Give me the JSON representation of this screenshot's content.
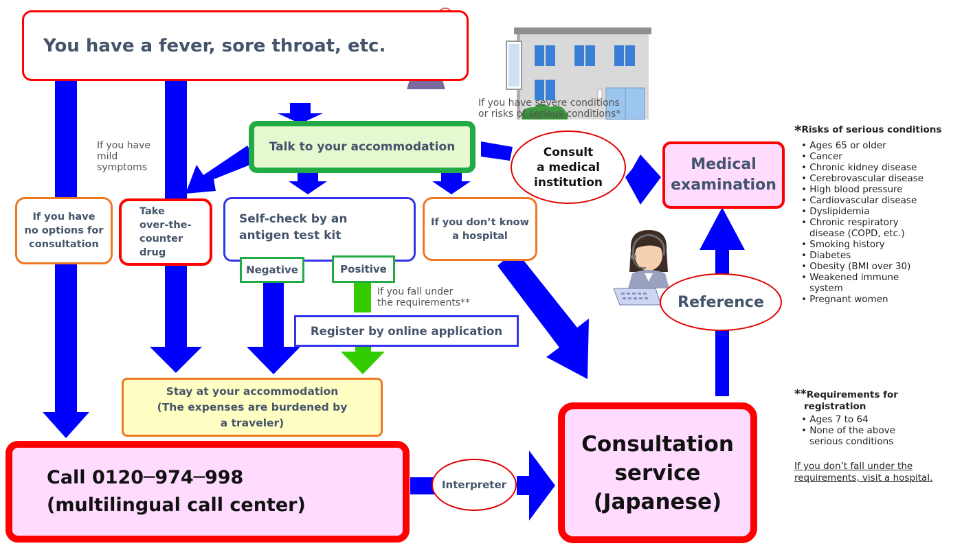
{
  "colors": {
    "arrow_blue": "#0000ff",
    "arrow_green": "#33cc00",
    "red": "#ff0000",
    "green": "#22aa44",
    "orange": "#ee7722",
    "purple_border": "#3333ee",
    "pink_fill": "#ffdcff",
    "yellow_fill": "#ffffc4",
    "text_slate": "#44546a"
  },
  "icons": [
    "worried-woman-icon",
    "clinic-building-icon",
    "operator-headset-icon",
    "antigen-test-kit-icon"
  ],
  "boxes": {
    "fever": "You have a fever, sore throat, etc.",
    "accommodation": "Talk to your accommodation",
    "consult_medical": "Consult\na medical\ninstitution",
    "medical_exam": "Medical\nexamination",
    "no_options": "If you have\nno options for\nconsultation",
    "otc": "Take\nover-the-\ncounter\ndrug",
    "selfcheck": "Self-check by an\nantigen test kit",
    "dont_know": "If you don’t know\na hospital",
    "negative": "Negative",
    "positive": "Positive",
    "register": "Register by online application",
    "stay": "Stay at your accommodation\n(The expenses are burdened by\na traveler)",
    "call": "Call 0120─974─998\n(multilingual call center)",
    "interpreter": "Interpreter",
    "consultation": "Consultation\nservice\n(Japanese)",
    "reference": "Reference"
  },
  "notes": {
    "mild": "If you have\nmild\nsymptoms",
    "severe": "If you have severe conditions\nor risks of serious conditions*",
    "requirements": "If you fall under\nthe requirements**"
  },
  "sidebar": {
    "risks_title": "Risks of serious conditions",
    "risks_marker": "*",
    "risks": [
      "Ages 65 or older",
      "Cancer",
      "Chronic kidney disease",
      "Cerebrovascular disease",
      "High blood pressure",
      "Cardiovascular disease",
      "Dyslipidemia",
      "Chronic respiratory disease (COPD, etc.)",
      "Smoking history",
      "Diabetes",
      "Obesity (BMI over 30)",
      "Weakened immune system",
      "Pregnant women"
    ],
    "req_marker": "**",
    "req_title": "Requirements for registration",
    "requirements": [
      "Ages 7 to 64",
      "None of  the above serious conditions"
    ],
    "footer": "If you don’t fall under the requirements, visit a hospital."
  }
}
